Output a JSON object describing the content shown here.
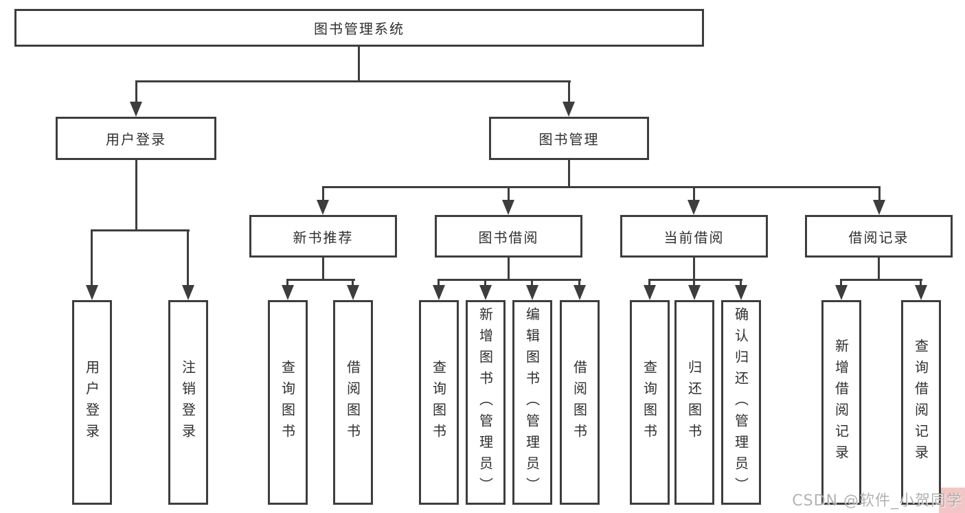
{
  "diagram": {
    "root": {
      "label": "图书管理系统"
    },
    "level2": [
      {
        "label": "用户登录"
      },
      {
        "label": "图书管理"
      }
    ],
    "level3": [
      {
        "label": "新书推荐"
      },
      {
        "label": "图书借阅"
      },
      {
        "label": "当前借阅"
      },
      {
        "label": "借阅记录"
      }
    ],
    "leaves": {
      "user_login": [
        {
          "label": "用户登录"
        },
        {
          "label": "注销登录"
        }
      ],
      "new_book": [
        {
          "label": "查询图书"
        },
        {
          "label": "借阅图书"
        }
      ],
      "book_borrow": [
        {
          "label": "查询图书"
        },
        {
          "label": "新增图书（管理员）"
        },
        {
          "label": "编辑图书（管理员）"
        },
        {
          "label": "借阅图书"
        }
      ],
      "current_borrow": [
        {
          "label": "查询图书"
        },
        {
          "label": "归还图书"
        },
        {
          "label": "确认归还（管理员）"
        }
      ],
      "borrow_record": [
        {
          "label": "新增借阅记录"
        },
        {
          "label": "查询借阅记录"
        }
      ]
    }
  },
  "watermark": {
    "text": "CSDN @软件_小贺同学"
  },
  "colors": {
    "line": "#3d3d3d",
    "text": "#2f2f2f",
    "background": "#ffffff",
    "watermark_text": "#a5a5a5",
    "watermark_highlight": "#f2c6c6"
  }
}
